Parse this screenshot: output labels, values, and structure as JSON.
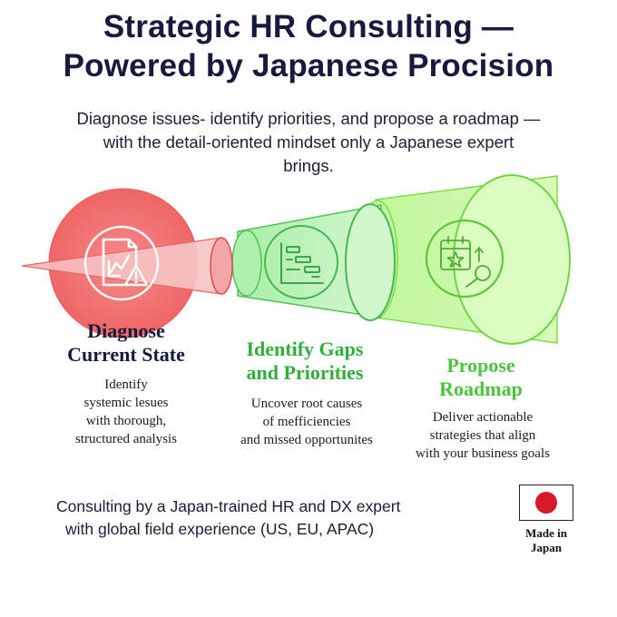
{
  "header": {
    "title_line1": "Strategic HR Consulting —",
    "title_line2": "Powered by Japanese Procision",
    "subtitle_line1": "Diagnose issues- identify priorities, and propose a roadmap —",
    "subtitle_line2": "with the detail-oriented mindset only a Japanese expert",
    "subtitle_line3": "brings."
  },
  "steps": [
    {
      "title_line1": "Diagnose",
      "title_line2": "Current State",
      "desc_line1": "Identify",
      "desc_line2": "systemic lesues",
      "desc_line3": "with thorough,",
      "desc_line4": "structured analysis",
      "color": "#151b3a",
      "icon": "document-warning-icon"
    },
    {
      "title_line1": "Identify Gaps",
      "title_line2": "and Priorities",
      "desc_line1": "Uncover root causes",
      "desc_line2": "of mefficiencies",
      "desc_line3": "and missed opportunites",
      "color": "#2fae3a",
      "icon": "gantt-chart-icon"
    },
    {
      "title_line1": "Propose",
      "title_line2": "Roadmap",
      "desc_line1": "Deliver actionable",
      "desc_line2": "strategies that align",
      "desc_line3": "with your business goals",
      "color": "#4cc43c",
      "icon": "calendar-star-target-icon"
    }
  ],
  "footer": {
    "line1": "Consulting by a Japan-trained HR and DX expert",
    "line2": "with global field experience (US, EU, APAC)"
  },
  "badge": {
    "line1": "Made in",
    "line2": "Japan",
    "flag_icon": "japan-flag-icon",
    "flag_color": "#d7192a"
  },
  "colors": {
    "diagnose_red": "#f26b6b",
    "gaps_green": "#b9f2b4",
    "roadmap_green": "#c6fba0"
  }
}
